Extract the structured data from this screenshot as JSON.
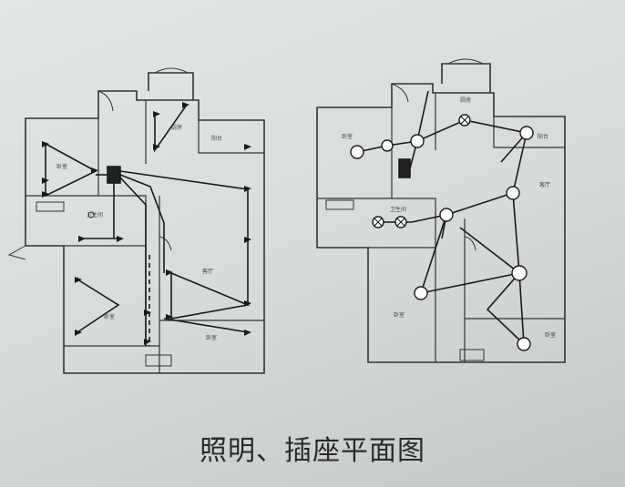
{
  "caption": "照明、插座平面图",
  "colors": {
    "paper": "#dfe2e2",
    "wall": "#333333",
    "wire": "#1a1a1a"
  },
  "left_plan": {
    "rooms": [
      {
        "label": "卧室"
      },
      {
        "label": "厨房"
      },
      {
        "label": "客厅"
      },
      {
        "label": "卫生间"
      },
      {
        "label": "阳台"
      },
      {
        "label": "卧室"
      },
      {
        "label": "卧室"
      }
    ]
  },
  "right_plan": {
    "rooms": [
      {
        "label": "卧室"
      },
      {
        "label": "厨房"
      },
      {
        "label": "阳台"
      },
      {
        "label": "客厅"
      },
      {
        "label": "卫生间"
      },
      {
        "label": "卧室"
      },
      {
        "label": "卧室"
      }
    ]
  }
}
